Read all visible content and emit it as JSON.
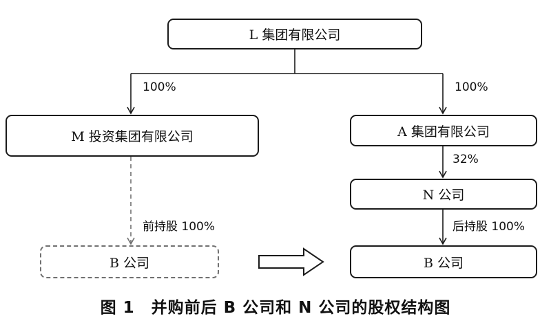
{
  "nodes": {
    "l_group": "L 集团有限公司",
    "m_investment": "M 投资集团有限公司",
    "a_group": "A 集团有限公司",
    "n_company": "N 公司",
    "b_before": "B 公司",
    "b_after": "B 公司"
  },
  "edges": {
    "l_to_m": "100%",
    "l_to_a": "100%",
    "a_to_n": "32%",
    "m_to_b": "前持股 100%",
    "n_to_b": "后持股 100%"
  },
  "caption": "图 1　并购前后 B 公司和 N 公司的股权结构图"
}
